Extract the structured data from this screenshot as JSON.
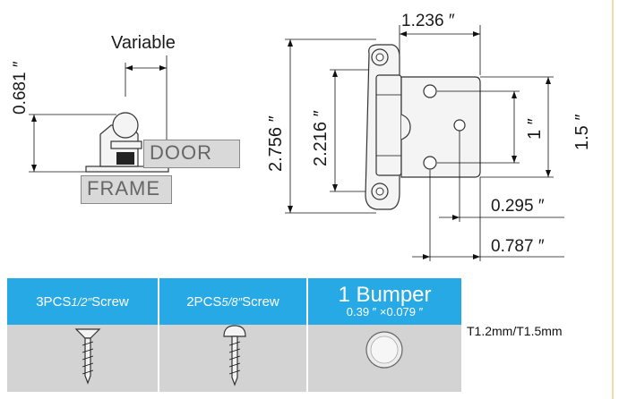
{
  "diagram": {
    "variable_label": "Variable",
    "door_label": "DOOR",
    "frame_label": "FRAME",
    "dim_0681": "0.681 ″",
    "dim_1236": "1.236 ″",
    "dim_2756": "2.756 ″",
    "dim_2216": "2.216 ″",
    "dim_1": "1 ″",
    "dim_15": "1.5 ″",
    "dim_0295": "0.295 ″",
    "dim_0787": "0.787 ″"
  },
  "accessories": {
    "screw1": {
      "prefix": "3PCS",
      "fraction": "1/2″",
      "suffix": "Screw"
    },
    "screw2": {
      "prefix": "2PCS",
      "fraction": "5/8″",
      "suffix": "Screw"
    },
    "bumper": {
      "title": "1 Bumper",
      "size": "0.39 ″ ×0.079 ″"
    }
  },
  "thickness_note": "T1.2mm/T1.5mm",
  "colors": {
    "header": "#27a9e6",
    "body": "#d3d3d3",
    "label_box": "#d9d9d9"
  }
}
